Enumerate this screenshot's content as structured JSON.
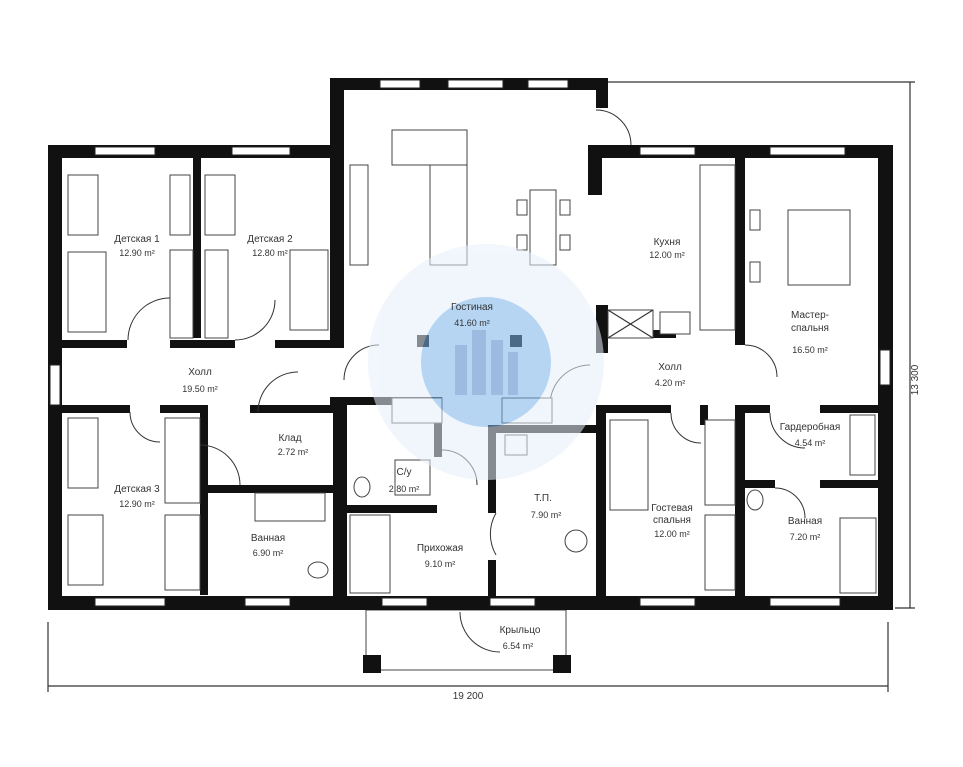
{
  "plan": {
    "rooms": [
      {
        "id": "kids1",
        "name": "Детская 1",
        "area": "12.90 m²"
      },
      {
        "id": "kids2",
        "name": "Детская 2",
        "area": "12.80 m²"
      },
      {
        "id": "living",
        "name": "Гостиная",
        "area": "41.60 m²"
      },
      {
        "id": "kitchen",
        "name": "Кухня",
        "area": "12.00 m²"
      },
      {
        "id": "master",
        "name": "Мастер-спальня",
        "line1": "Мастер-",
        "line2": "спальня",
        "area": "16.50 m²"
      },
      {
        "id": "hall_left",
        "name": "Холл",
        "area": "19.50 m²"
      },
      {
        "id": "hall_right",
        "name": "Холл",
        "area": "4.20 m²"
      },
      {
        "id": "closet",
        "name": "Клад",
        "area": "2.72 m²"
      },
      {
        "id": "wc",
        "name": "С/у",
        "area": "2.80 m²"
      },
      {
        "id": "tech",
        "name": "Т.П.",
        "area": "7.90 m²"
      },
      {
        "id": "kids3",
        "name": "Детская 3",
        "area": "12.90 m²"
      },
      {
        "id": "bath_left",
        "name": "Ванная",
        "area": "6.90 m²"
      },
      {
        "id": "hallway",
        "name": "Прихожая",
        "area": "9.10 m²"
      },
      {
        "id": "guest",
        "name": "Гостевая спальня",
        "line1": "Гостевая",
        "line2": "спальня",
        "area": "12.00 m²"
      },
      {
        "id": "wardrobe",
        "name": "Гардеробная",
        "area": "4.54 m²"
      },
      {
        "id": "bath_right",
        "name": "Ванная",
        "area": "7.20 m²"
      },
      {
        "id": "porch",
        "name": "Крыльцо",
        "area": "6.54 m²"
      }
    ],
    "dimensions": {
      "width": "19 200",
      "height": "13 300"
    }
  }
}
